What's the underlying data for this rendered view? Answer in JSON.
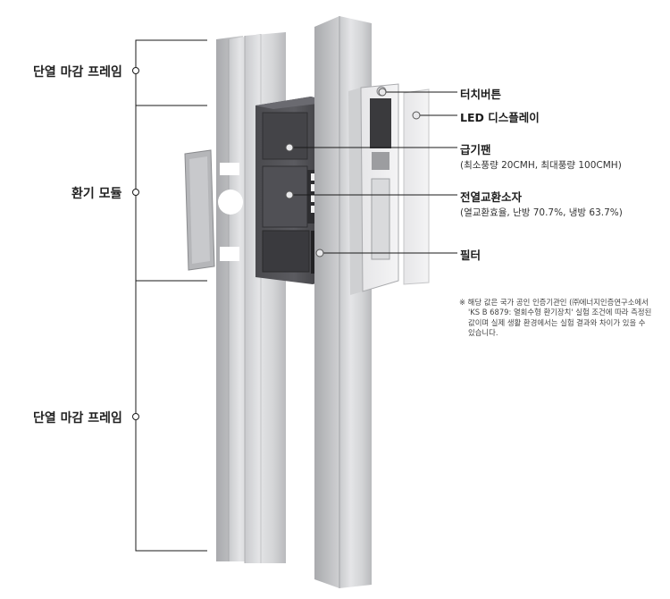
{
  "left_labels": {
    "top_frame": "단열 마감 프레임",
    "module": "환기 모듈",
    "bottom_frame": "단열 마감 프레임"
  },
  "right_labels": {
    "touch_button": "터치버튼",
    "led_display": "LED 디스플레이",
    "supply_fan": "급기팬",
    "supply_fan_spec": "(최소풍량 20CMH, 최대풍량 100CMH)",
    "heat_exchanger": "전열교환소자",
    "heat_exchanger_spec": "(열교환효율, 난방 70.7%, 냉방 63.7%)",
    "filter": "필터"
  },
  "note": {
    "line1": "※ 해당 값은 국가 공인 인증기관인 (㈜에너지인증연구소에서",
    "line2": "'KS B 6879: 열회수형 환기장치' 실험 조건에 따라 측정된",
    "line3": "값이며 실제 생활 환경에서는 실험 결과와 차이가 있을 수",
    "line4": "있습니다."
  },
  "colors": {
    "frame_light": "#d9d9db",
    "frame_mid": "#bfc0c3",
    "module_dark": "#3d3d40",
    "leader_line": "#1a1a1a"
  }
}
